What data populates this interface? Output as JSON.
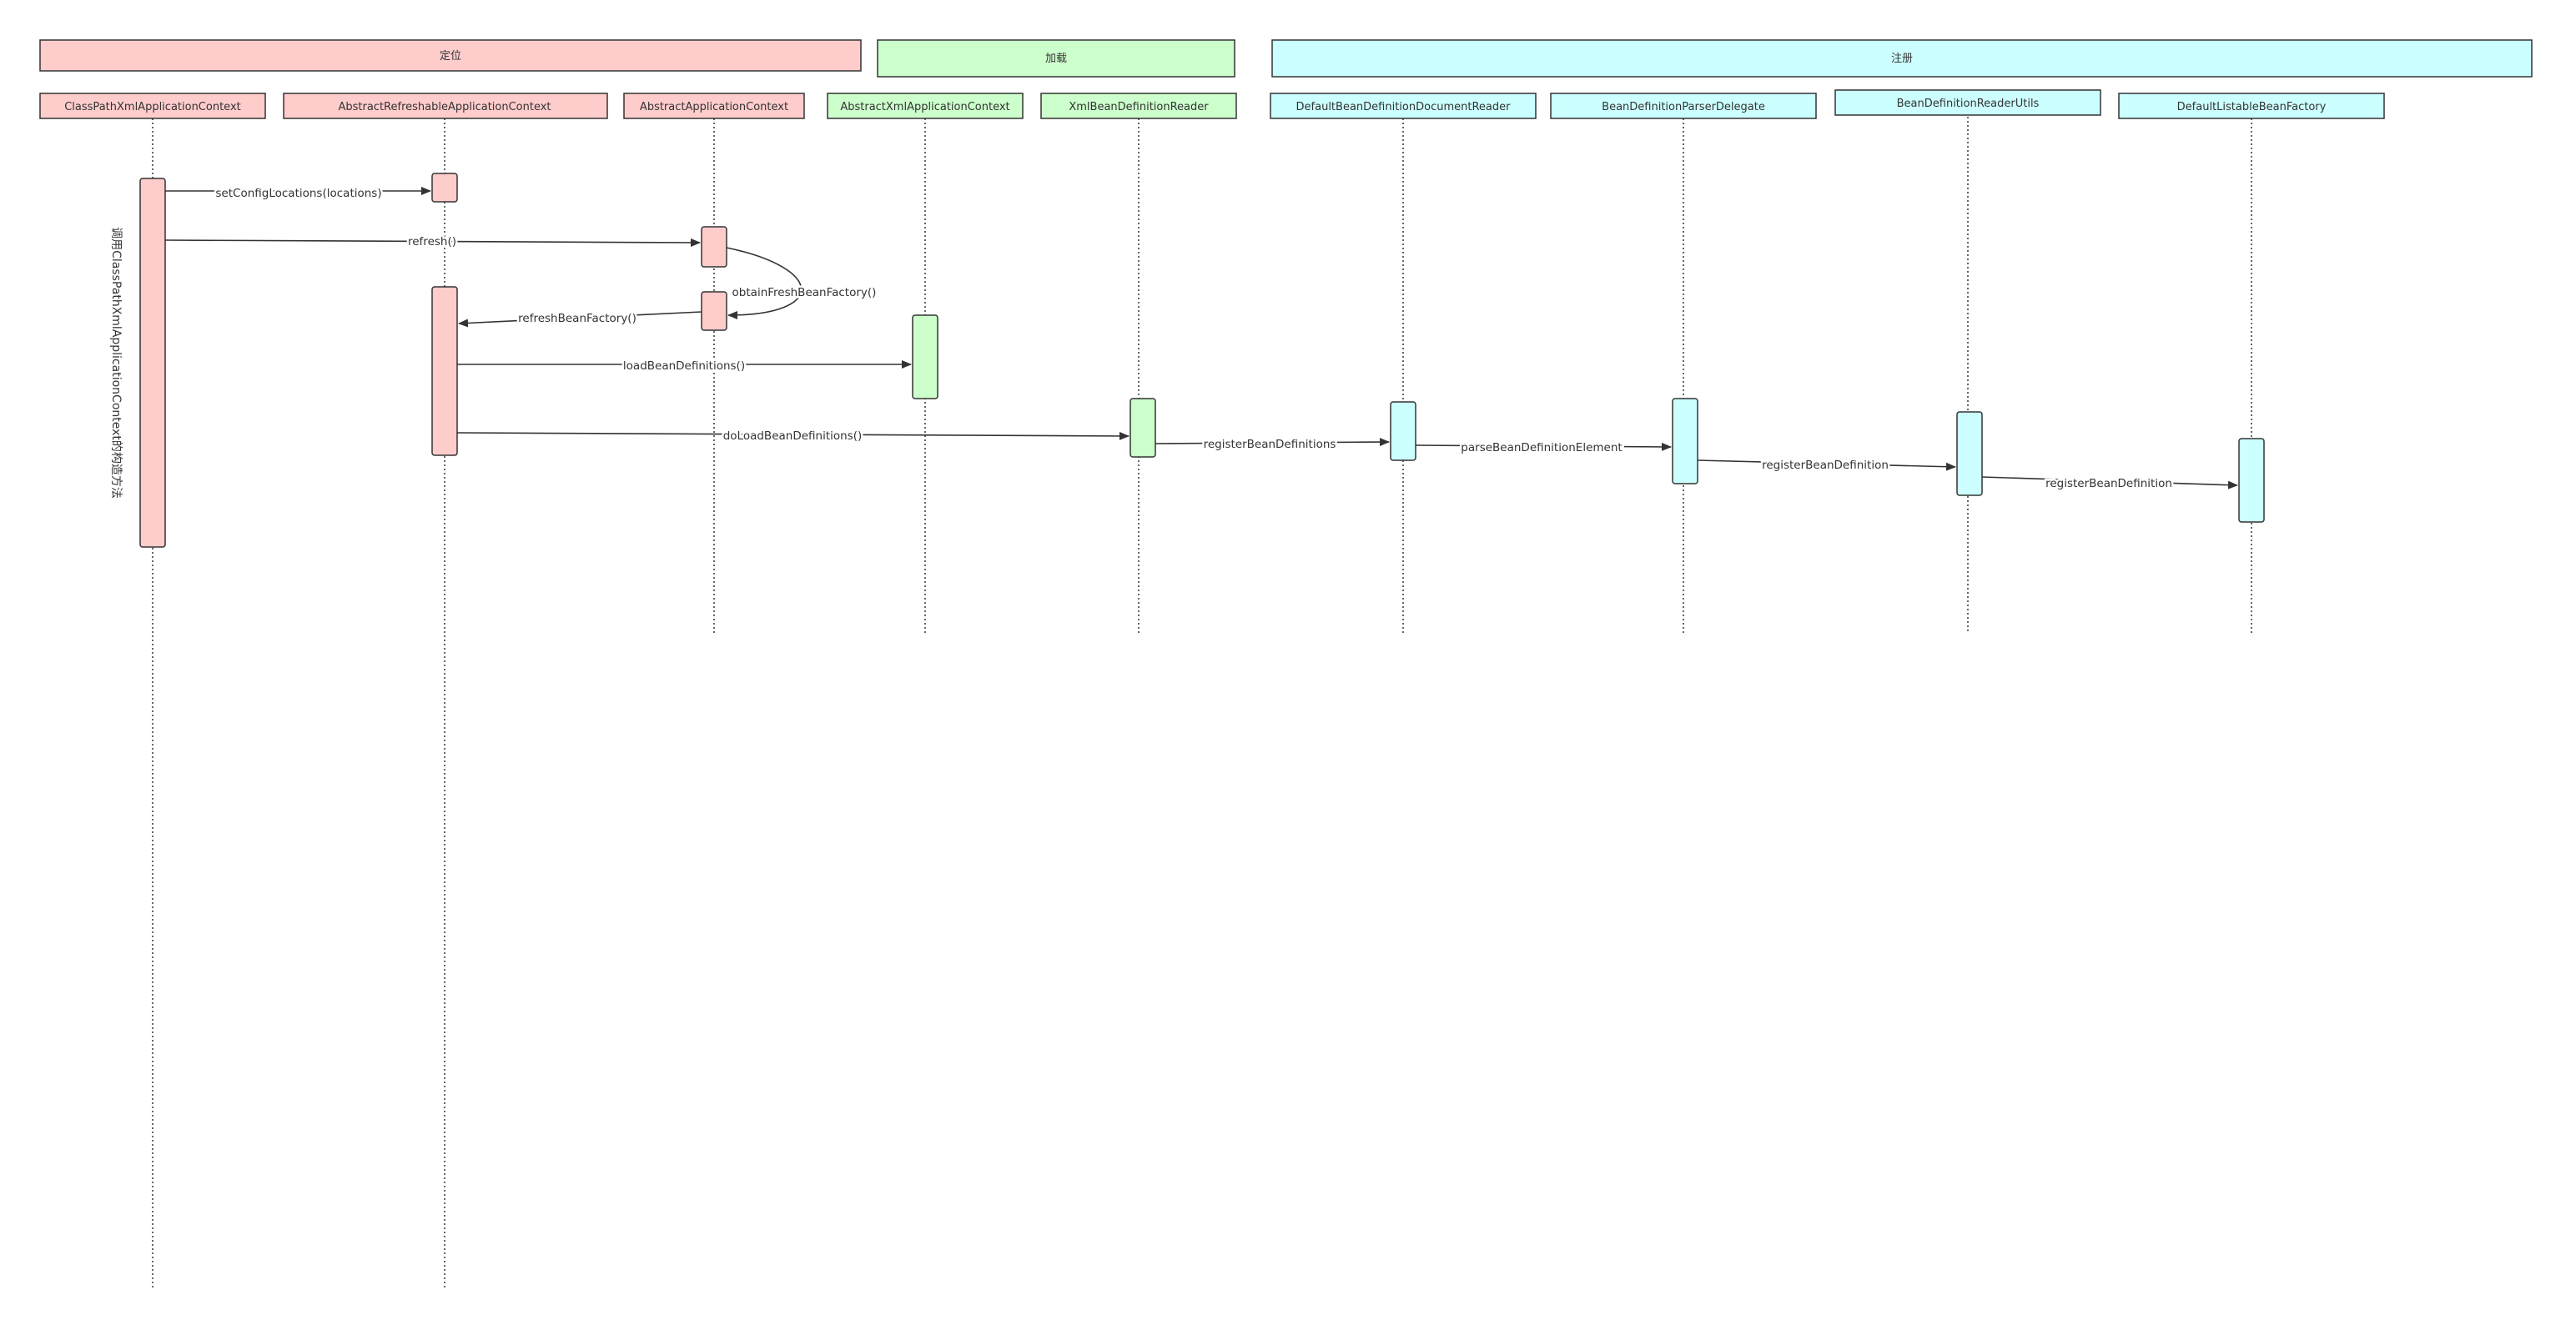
{
  "colors": {
    "pink": "#ffcccc",
    "green": "#ccffcc",
    "cyan": "#ccffff",
    "stroke": "#333333",
    "text": "#333333"
  },
  "groups": [
    {
      "label": "定位",
      "color": "pink"
    },
    {
      "label": "加载",
      "color": "green"
    },
    {
      "label": "注册",
      "color": "cyan"
    }
  ],
  "lifelines": [
    {
      "label": "ClassPathXmlApplicationContext",
      "color": "pink"
    },
    {
      "label": "AbstractRefreshableApplicationContext",
      "color": "pink"
    },
    {
      "label": "AbstractApplicationContext",
      "color": "pink"
    },
    {
      "label": "AbstractXmlApplicationContext",
      "color": "green"
    },
    {
      "label": "XmlBeanDefinitionReader",
      "color": "green"
    },
    {
      "label": "DefaultBeanDefinitionDocumentReader",
      "color": "cyan"
    },
    {
      "label": "BeanDefinitionParserDelegate",
      "color": "cyan"
    },
    {
      "label": "BeanDefinitionReaderUtils",
      "color": "cyan"
    },
    {
      "label": "DefaultListableBeanFactory",
      "color": "cyan"
    }
  ],
  "messages": [
    {
      "label": "setConfigLocations(locations)",
      "from": "ClassPathXmlApplicationContext",
      "to": "AbstractRefreshableApplicationContext"
    },
    {
      "label": "refresh()",
      "from": "ClassPathXmlApplicationContext",
      "to": "AbstractApplicationContext"
    },
    {
      "label": "obtainFreshBeanFactory()",
      "from": "AbstractApplicationContext",
      "to": "AbstractApplicationContext"
    },
    {
      "label": "refreshBeanFactory()",
      "from": "AbstractApplicationContext",
      "to": "AbstractRefreshableApplicationContext"
    },
    {
      "label": "loadBeanDefinitions()",
      "from": "AbstractRefreshableApplicationContext",
      "to": "AbstractXmlApplicationContext"
    },
    {
      "label": "doLoadBeanDefinitions()",
      "from": "AbstractRefreshableApplicationContext",
      "to": "XmlBeanDefinitionReader"
    },
    {
      "label": "registerBeanDefinitions",
      "from": "XmlBeanDefinitionReader",
      "to": "DefaultBeanDefinitionDocumentReader"
    },
    {
      "label": "parseBeanDefinitionElement",
      "from": "DefaultBeanDefinitionDocumentReader",
      "to": "BeanDefinitionParserDelegate"
    },
    {
      "label": "registerBeanDefinition",
      "from": "BeanDefinitionParserDelegate",
      "to": "BeanDefinitionReaderUtils"
    },
    {
      "label": "registerBeanDefinition",
      "from": "BeanDefinitionReaderUtils",
      "to": "DefaultListableBeanFactory"
    }
  ],
  "note": "调用ClassPathXmlApplicationContext的构造方法"
}
